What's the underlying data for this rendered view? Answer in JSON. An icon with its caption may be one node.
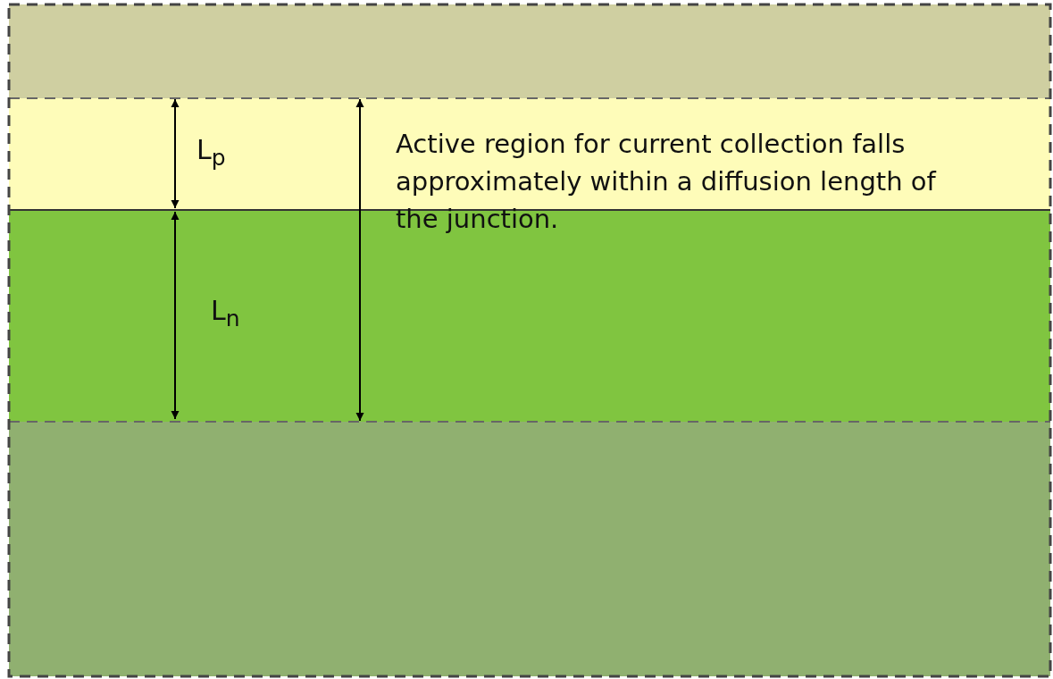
{
  "diagram": {
    "labels": [
      "L$_{p}$",
      "L$_{n}$",
      "Active region for current collection falls approximately within a diffusion length of the junction."
    ]
  }
}
